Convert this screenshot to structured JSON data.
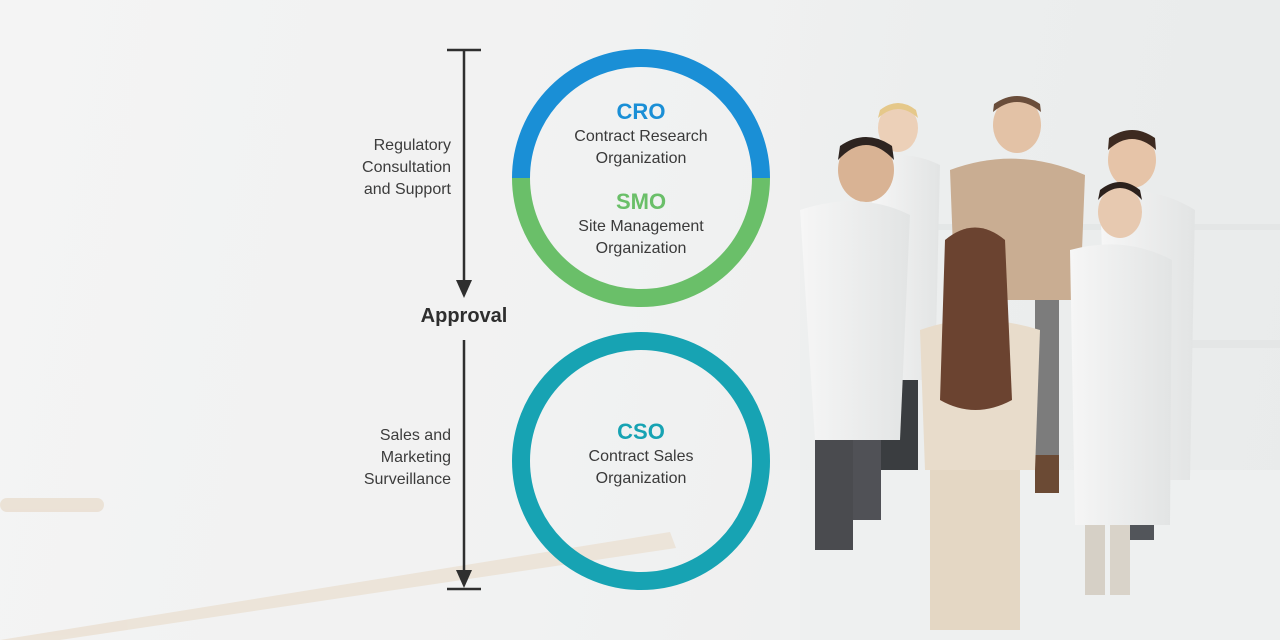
{
  "colors": {
    "cro_blue": "#1a8fd6",
    "smo_green": "#6abf69",
    "cso_teal": "#17a3b3",
    "timeline": "#2f2f2f"
  },
  "timeline": {
    "upper_label": "Regulatory\nConsultation\nand Support",
    "milestone": "Approval",
    "lower_label": "Sales and\nMarketing\nSurveillance"
  },
  "circles": {
    "top": {
      "cro": {
        "acronym": "CRO",
        "full": "Contract Research\nOrganization"
      },
      "smo": {
        "acronym": "SMO",
        "full": "Site Management\nOrganization"
      }
    },
    "bottom": {
      "cso": {
        "acronym": "CSO",
        "full": "Contract Sales\nOrganization"
      }
    }
  }
}
